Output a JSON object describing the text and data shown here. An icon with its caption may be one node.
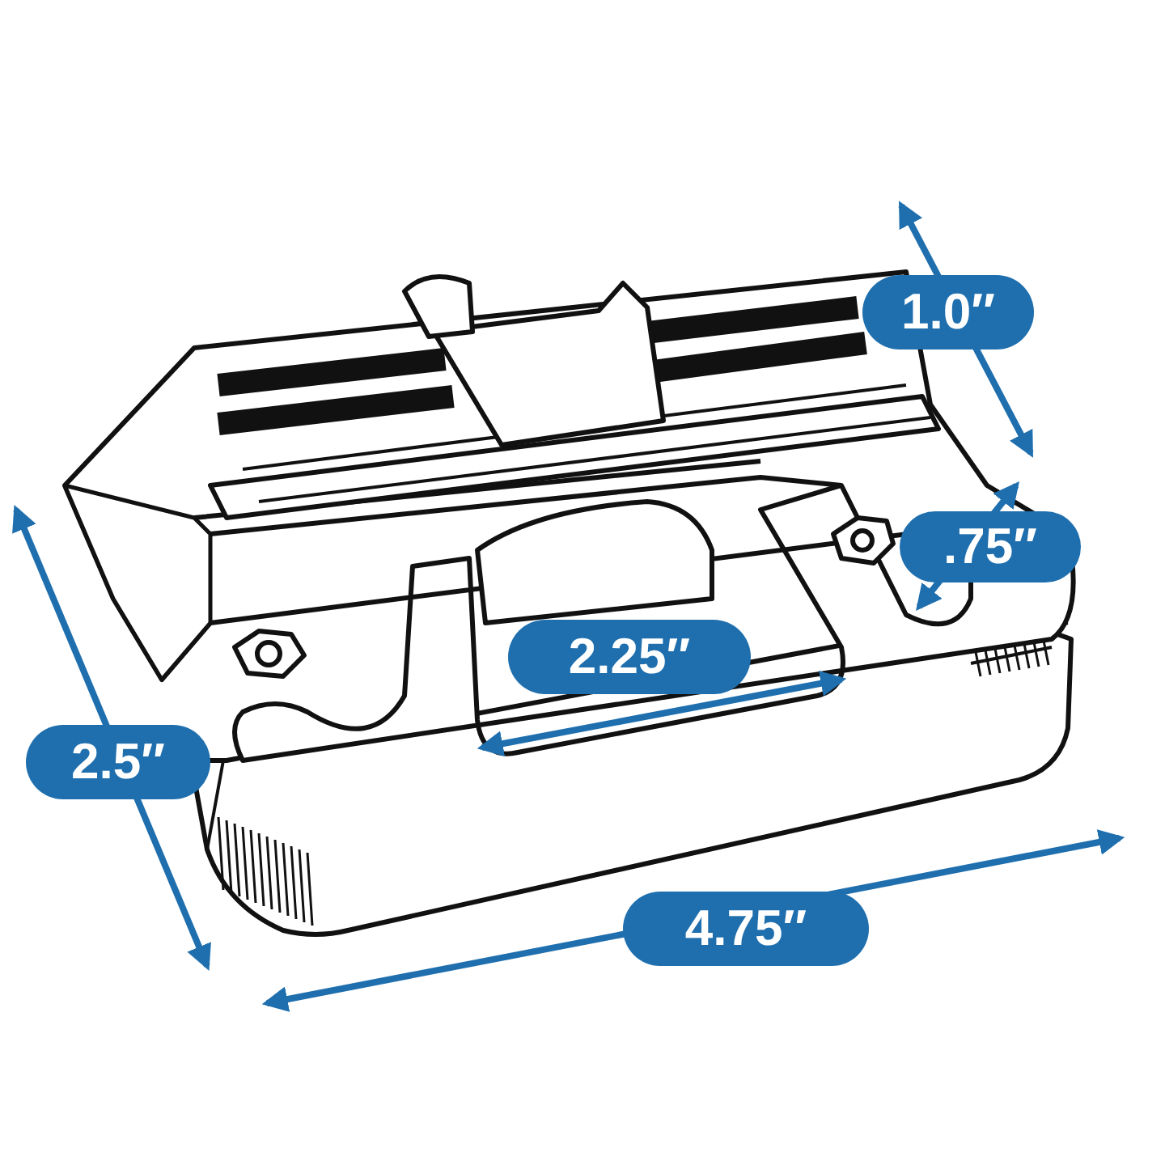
{
  "diagram": {
    "labels": [
      "1.0″",
      ".75″",
      "2.25″",
      "2.5″",
      "4.75″"
    ]
  }
}
